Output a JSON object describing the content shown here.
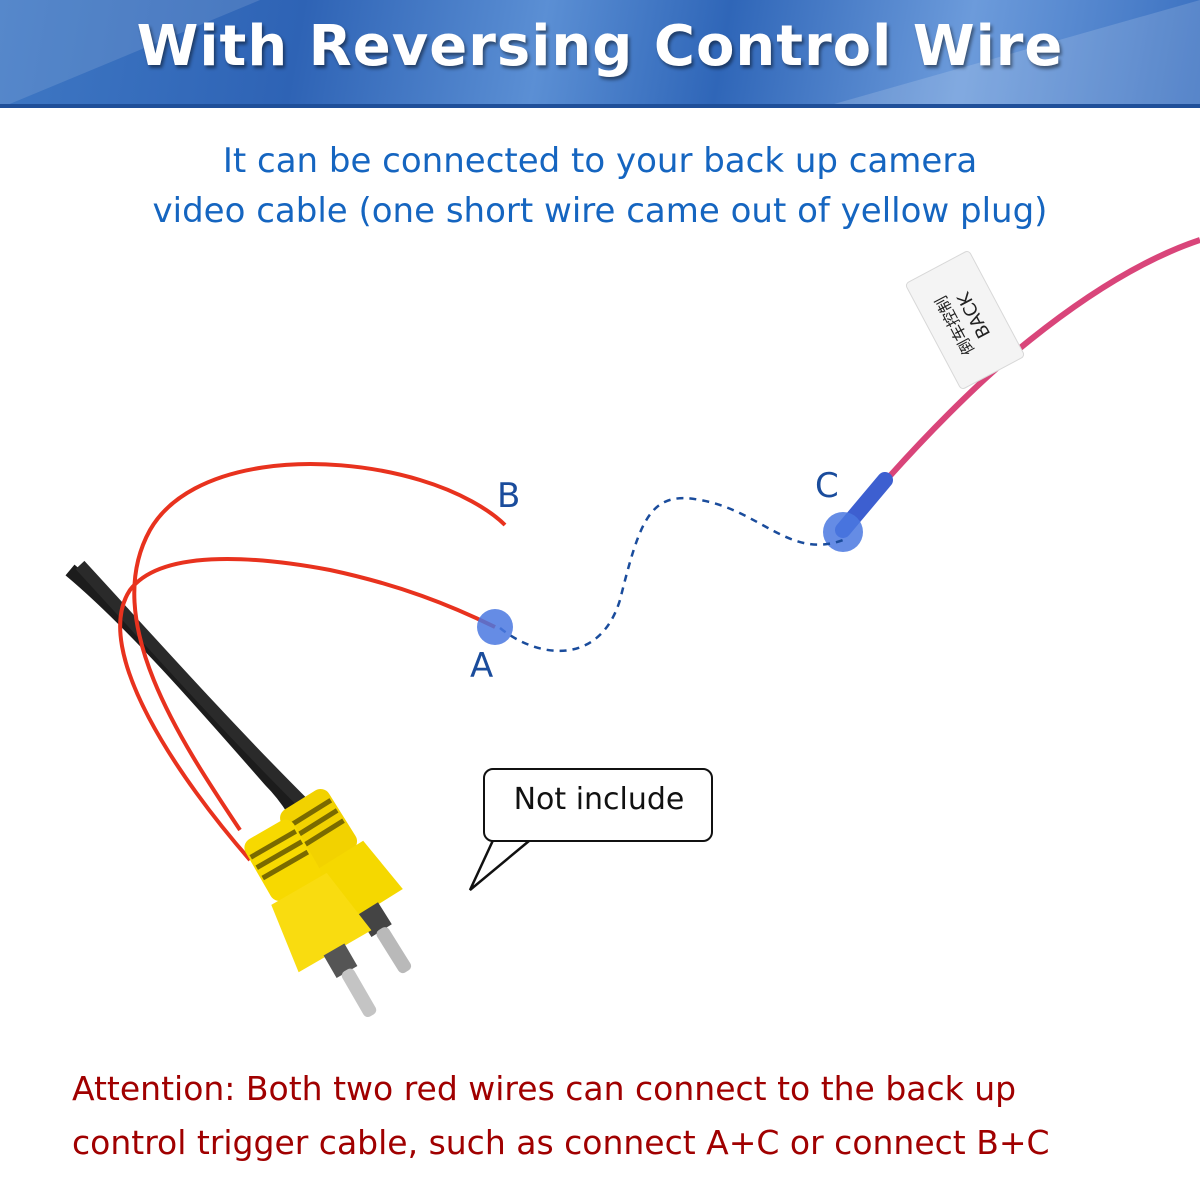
{
  "banner": {
    "title": "With Reversing Control Wire"
  },
  "subtitle": {
    "line1": "It can be connected to your back up camera",
    "line2": "video cable (one short wire came out of yellow plug)"
  },
  "labels": {
    "a": "A",
    "b": "B",
    "c": "C"
  },
  "wire_tag": {
    "line1": "倒车控制",
    "line2": "BACK"
  },
  "callout": {
    "text": "Not include"
  },
  "attention": {
    "line1": "Attention: Both two red wires can connect to the back up",
    "line2": "control trigger cable, such as connect A+C or connect B+C"
  },
  "colors": {
    "banner_blue": "#2f66b8",
    "subtitle_blue": "#1565c0",
    "label_blue": "#1a4c9c",
    "attention_red": "#a00000",
    "red_wire": "#e8321e",
    "pink_wire": "#d9457a",
    "rca_yellow": "#f2d200",
    "point_blue": "#4a78e0"
  }
}
